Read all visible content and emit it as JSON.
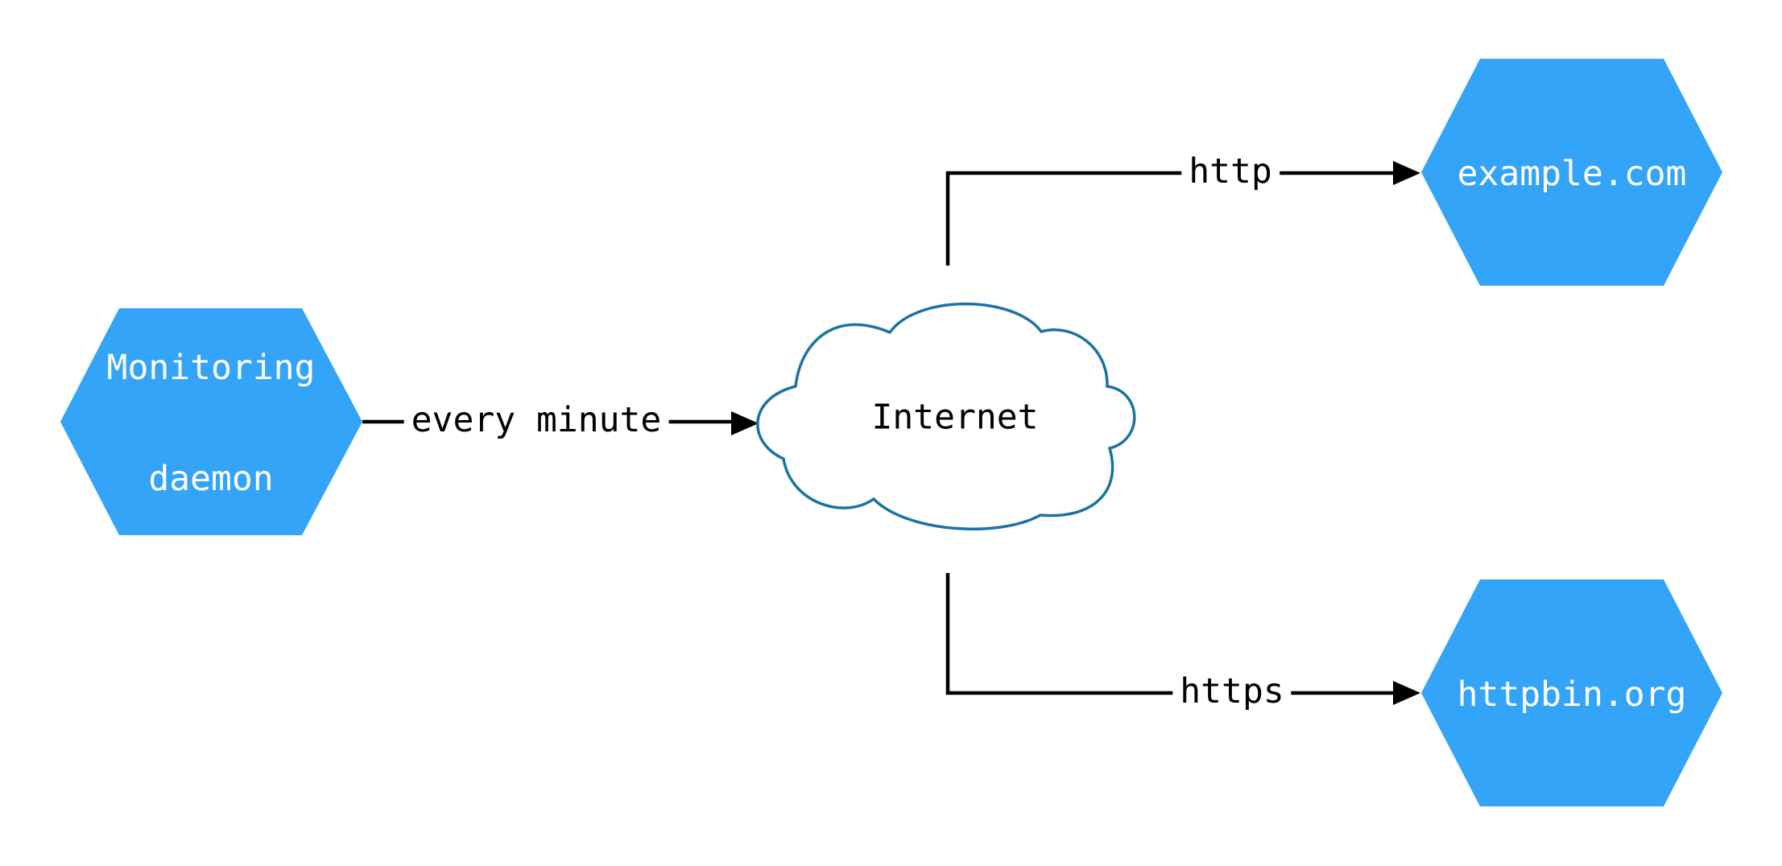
{
  "diagram": {
    "background": "#ffffff",
    "colors": {
      "node_fill": "#33a4f8",
      "node_text": "#ffffff",
      "cloud_stroke": "#1b73a2",
      "cloud_fill": "#ffffff",
      "edge_color": "#000000",
      "edge_label_color": "#000000"
    },
    "nodes": {
      "monitoring_daemon": {
        "shape": "hexagon",
        "label_lines": [
          "Monitoring",
          "daemon"
        ]
      },
      "internet": {
        "shape": "cloud",
        "label": "Internet"
      },
      "example_com": {
        "shape": "hexagon",
        "label": "example.com"
      },
      "httpbin_org": {
        "shape": "hexagon",
        "label": "httpbin.org"
      }
    },
    "edges": [
      {
        "from": "monitoring_daemon",
        "to": "internet",
        "label": "every minute"
      },
      {
        "from": "internet",
        "to": "example_com",
        "label": "http"
      },
      {
        "from": "internet",
        "to": "httpbin_org",
        "label": "https"
      }
    ]
  }
}
